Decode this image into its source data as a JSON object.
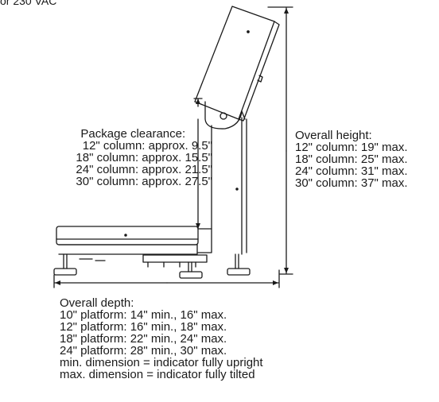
{
  "top_note": "or 230 VAC",
  "package_clearance": {
    "title": "Package clearance:",
    "lines": [
      "12\" column: approx. 9.5\"",
      "18\" column: approx. 15.5\"",
      "24\" column: approx. 21.5\"",
      "30\" column: approx. 27.5\""
    ]
  },
  "overall_height": {
    "title": "Overall height:",
    "lines": [
      "12\" column: 19\" max.",
      "18\" column: 25\" max.",
      "24\" column: 31\" max.",
      "30\" column: 37\" max."
    ]
  },
  "overall_depth": {
    "title": "Overall depth:",
    "lines": [
      "10\" platform: 14\" min., 16\" max.",
      "12\" platform: 16\" min., 18\" max.",
      "18\" platform: 22\" min., 24\" max.",
      "24\" platform: 28\" min., 30\" max.",
      "min. dimension = indicator fully upright",
      "max. dimension = indicator fully tilted"
    ]
  }
}
